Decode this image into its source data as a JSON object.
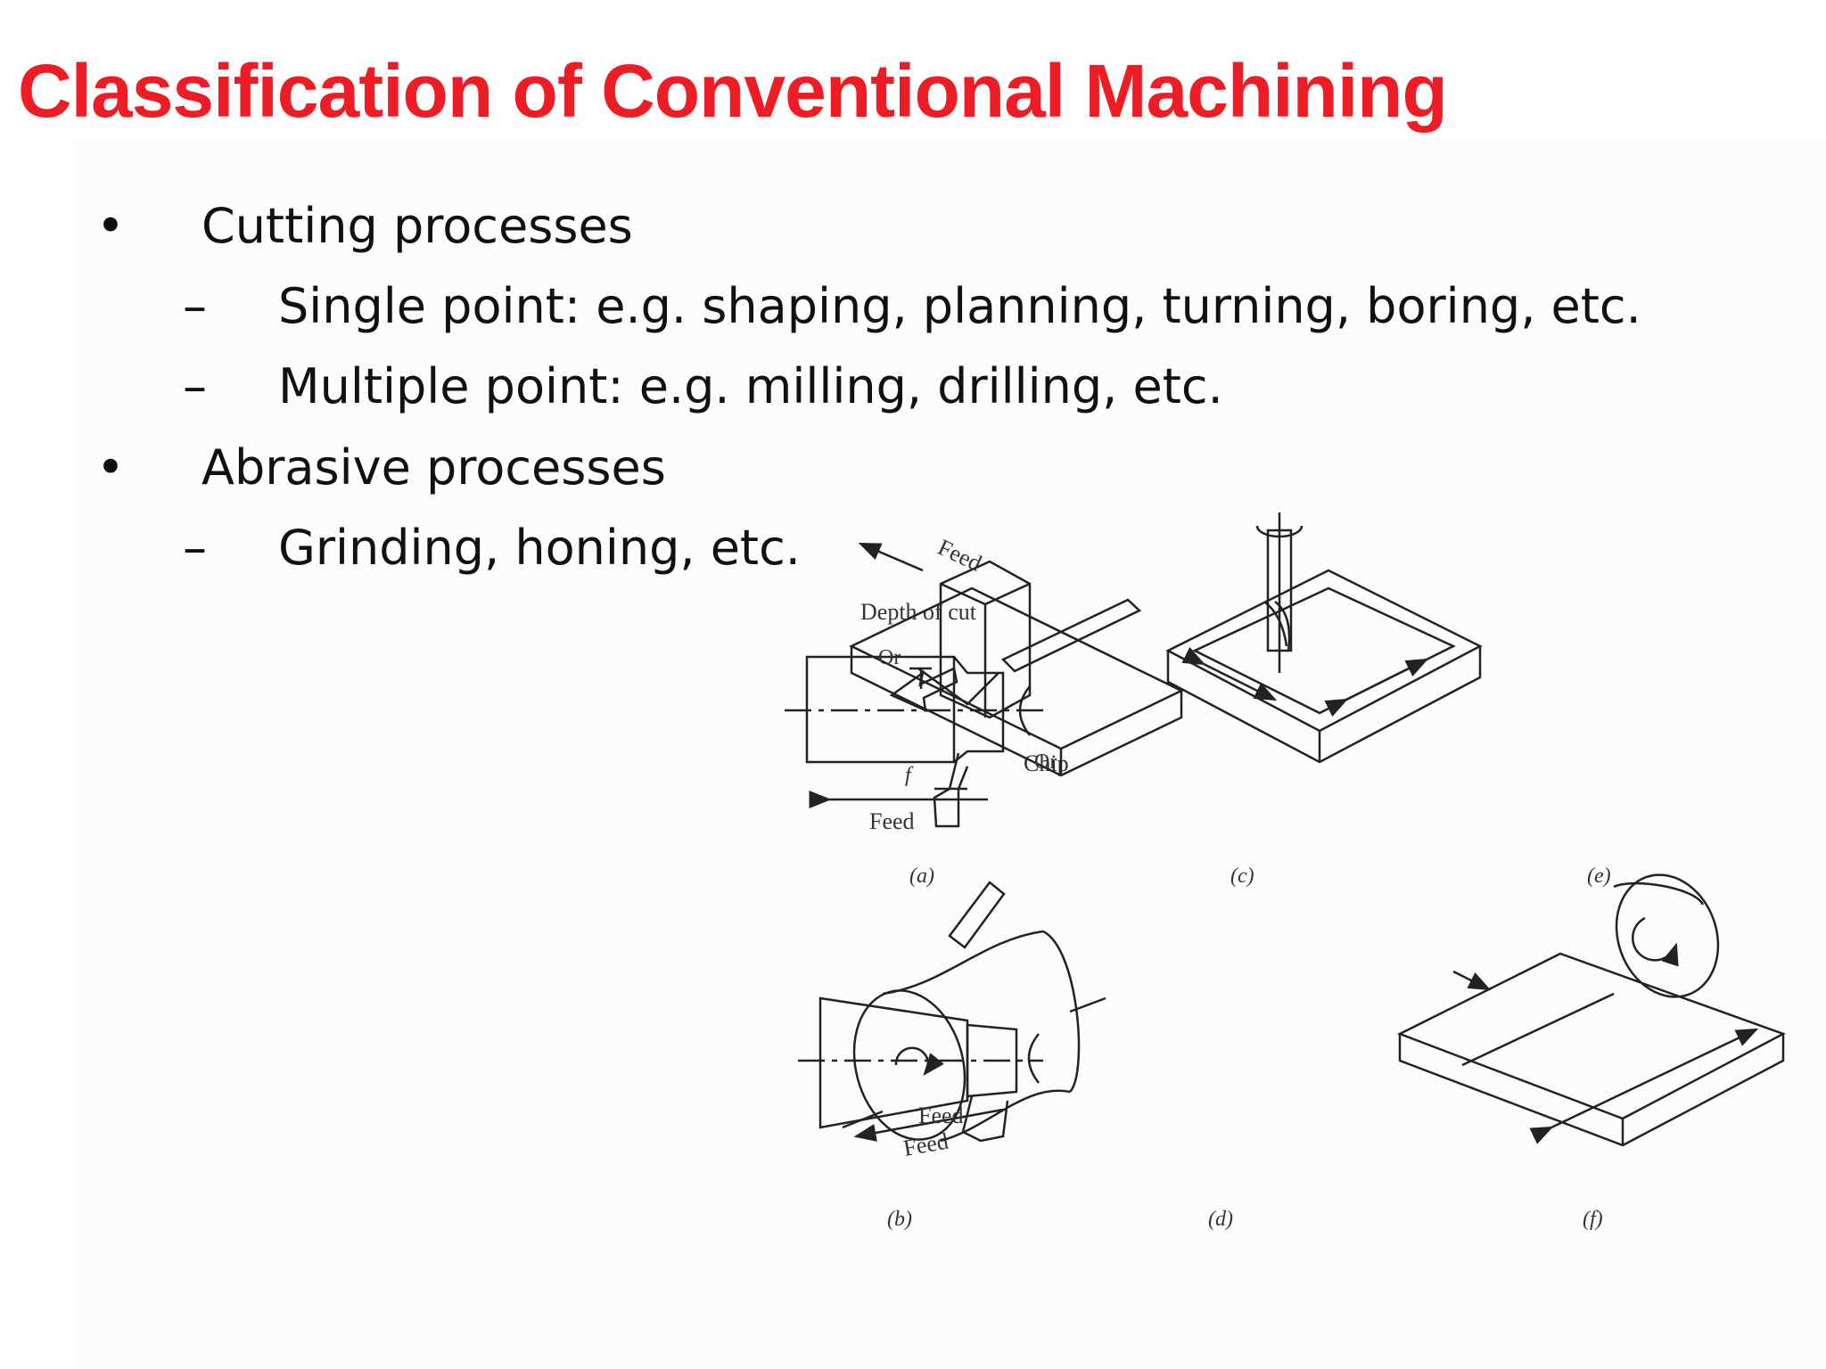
{
  "slide": {
    "title": "Classification of Conventional Machining",
    "bullets": [
      {
        "marker": "•",
        "text": "Cutting processes",
        "sub": [
          {
            "marker": "–",
            "text": "Single point: e.g. shaping, planning, turning, boring, etc."
          },
          {
            "marker": "–",
            "text": "Multiple point: e.g. milling, drilling, etc."
          }
        ]
      },
      {
        "marker": "•",
        "text": "Abrasive processes",
        "sub": [
          {
            "marker": "–",
            "text": "Grinding, honing, etc."
          }
        ]
      }
    ]
  },
  "figure": {
    "labels": {
      "depth_of_cut": "Depth of cut",
      "chip": "Chip",
      "feed": "Feed",
      "f": "f",
      "or": "Or"
    },
    "captions": [
      "(a)",
      "(b)",
      "(c)",
      "(d)",
      "(e)",
      "(f)"
    ]
  }
}
